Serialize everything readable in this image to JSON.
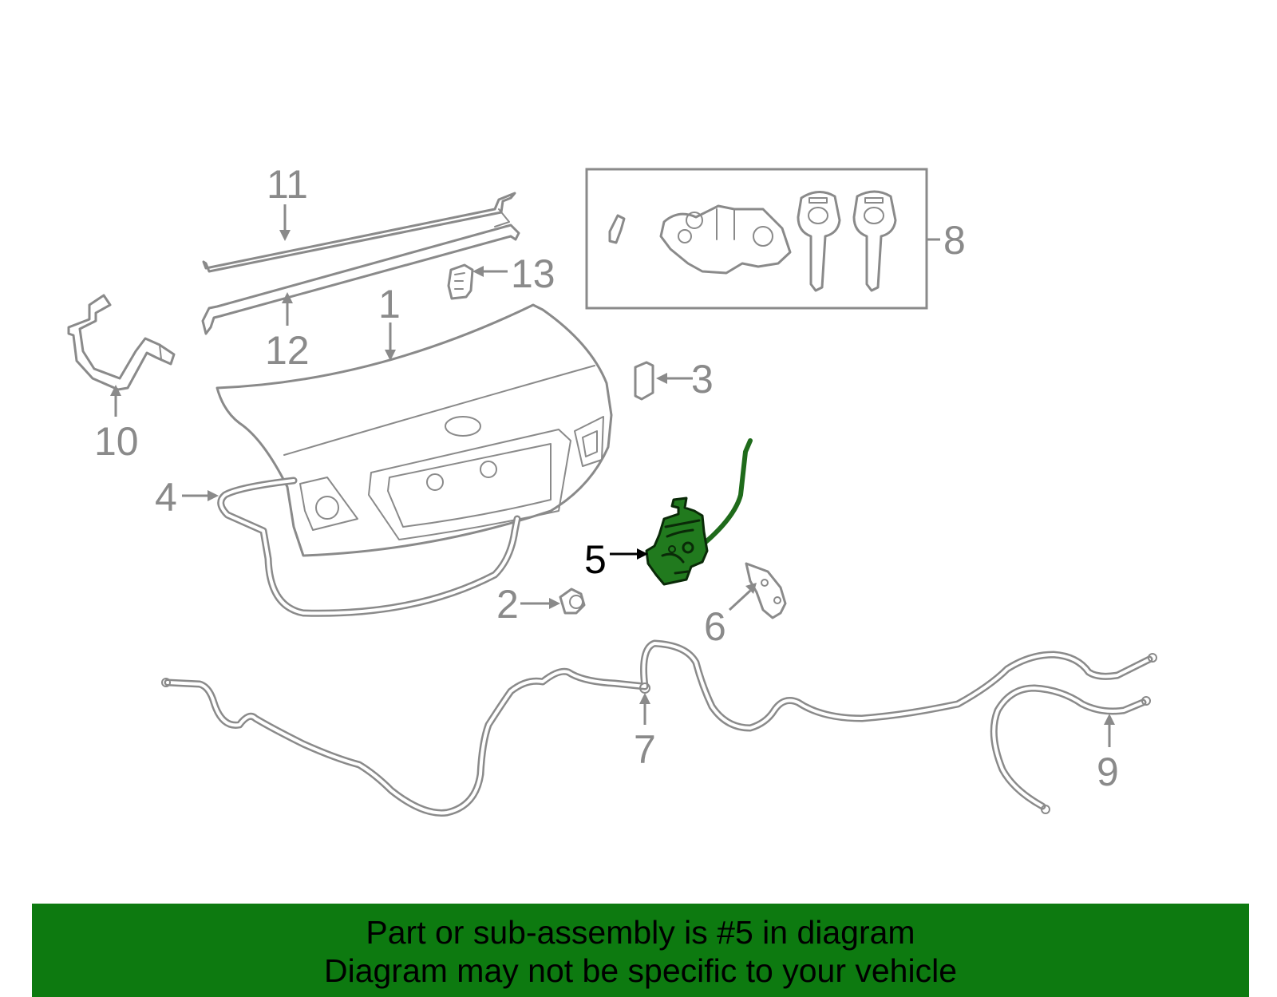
{
  "callouts": {
    "c1": "1",
    "c2": "2",
    "c3": "3",
    "c4": "4",
    "c5": "5",
    "c6": "6",
    "c7": "7",
    "c8": "8",
    "c9": "9",
    "c10": "10",
    "c11": "11",
    "c12": "12",
    "c13": "13"
  },
  "highlighted_part": "5",
  "colors": {
    "banner": "#0d7a10",
    "highlight": "#217a1e",
    "linework": "#8a8a8a"
  },
  "banner": {
    "line1": "Part or sub-assembly is #5 in diagram",
    "line2": "Diagram may not be specific to your vehicle"
  }
}
